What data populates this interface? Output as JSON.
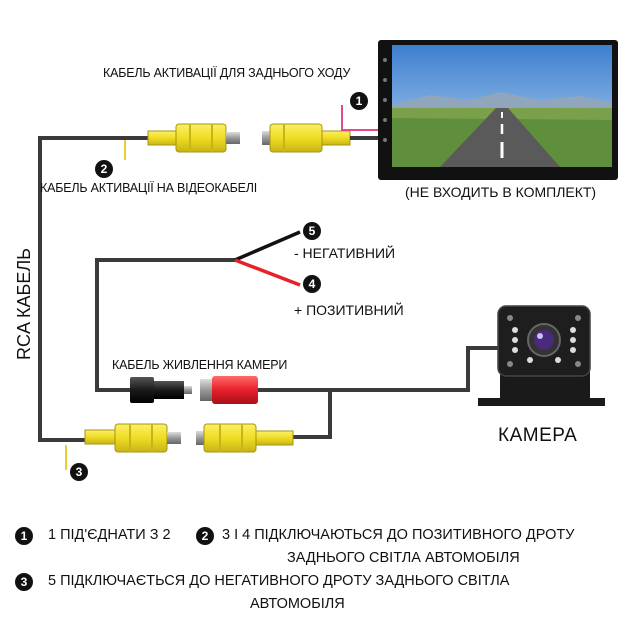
{
  "labels": {
    "activation_reverse": "КАБЕЛЬ АКТИВАЦІЇ ДЛЯ ЗАДНЬОГО ХОДУ",
    "activation_video": "КАБЕЛЬ АКТИВАЦІЇ НА ВІДЕОКАБЕЛІ",
    "not_included": "(НЕ ВХОДИТЬ В КОМПЛЕКТ)",
    "rca_cable": "RCA КАБЕЛЬ",
    "negative": "- НЕГАТИВНИЙ",
    "positive": "+ ПОЗИТИВНИЙ",
    "camera_power": "КАБЕЛЬ ЖИВЛЕННЯ КАМЕРИ",
    "camera": "КАМЕРА"
  },
  "badges": {
    "b1": "1",
    "b2": "2",
    "b3": "3",
    "b4": "4",
    "b5": "5"
  },
  "legend": {
    "line1_num1": "1",
    "line1_text1": "1 ПІД'ЄДНАТИ З 2",
    "line1_num2": "2",
    "line1_text2": "3 І 4 ПІДКЛЮЧАЮТЬСЯ ДО ПОЗИТИВНОГО ДРОТУ",
    "line2_text": "ЗАДНЬОГО СВІТЛА АВТОМОБІЛЯ",
    "line3_num": "3",
    "line3_text": "5 ПІДКЛЮЧАЄТЬСЯ ДО НЕГАТИВНОГО ДРОТУ ЗАДНЬОГО СВІТЛА",
    "line4_text": "АВТОМОБІЛЯ"
  },
  "colors": {
    "cable": "#3a3a3a",
    "rca_yellow": "#f2e23a",
    "power_red": "#e8202a",
    "trigger_pink": "#e24a8a",
    "sky": "#6fa3d8",
    "grass": "#5f8f3c"
  }
}
